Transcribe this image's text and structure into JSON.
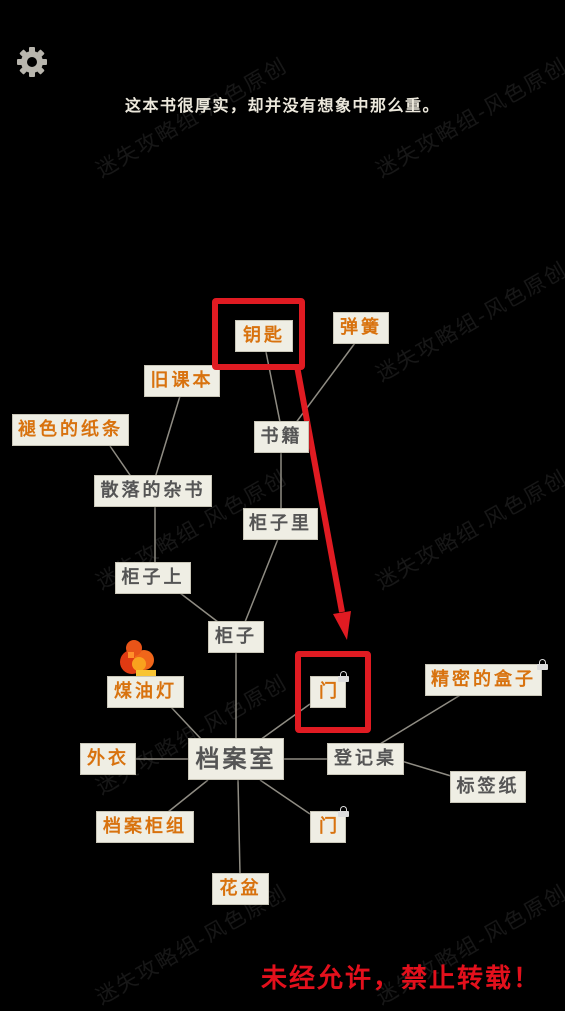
{
  "settings": {
    "icon": "gear-icon"
  },
  "description": "这本书很厚实，却并没有想象中那么重。",
  "watermark": "迷失攻略组-风色原创",
  "nodes": {
    "key": "钥匙",
    "spring": "弹簧",
    "old_textbook": "旧课本",
    "faded_note": "褪色的纸条",
    "book_spine": "书籍",
    "scattered_books": "散落的杂书",
    "inside_cabinet": "柜子里",
    "on_cabinet": "柜子上",
    "cabinet": "柜子",
    "oil_lamp": "煤油灯",
    "door_top": "门",
    "precise_box": "精密的盒子",
    "coat": "外衣",
    "archive_room": "档案室",
    "register_desk": "登记桌",
    "label_paper": "标签纸",
    "archive_cabinet_set": "档案柜组",
    "door_bottom": "门",
    "flower_pot": "花盆"
  },
  "colors": {
    "orange_text": "#d8720e",
    "gray_text": "#555555",
    "highlight_red": "#e01b22",
    "node_bg": "#efeee4"
  },
  "footer": "未经允许，禁止转载！"
}
